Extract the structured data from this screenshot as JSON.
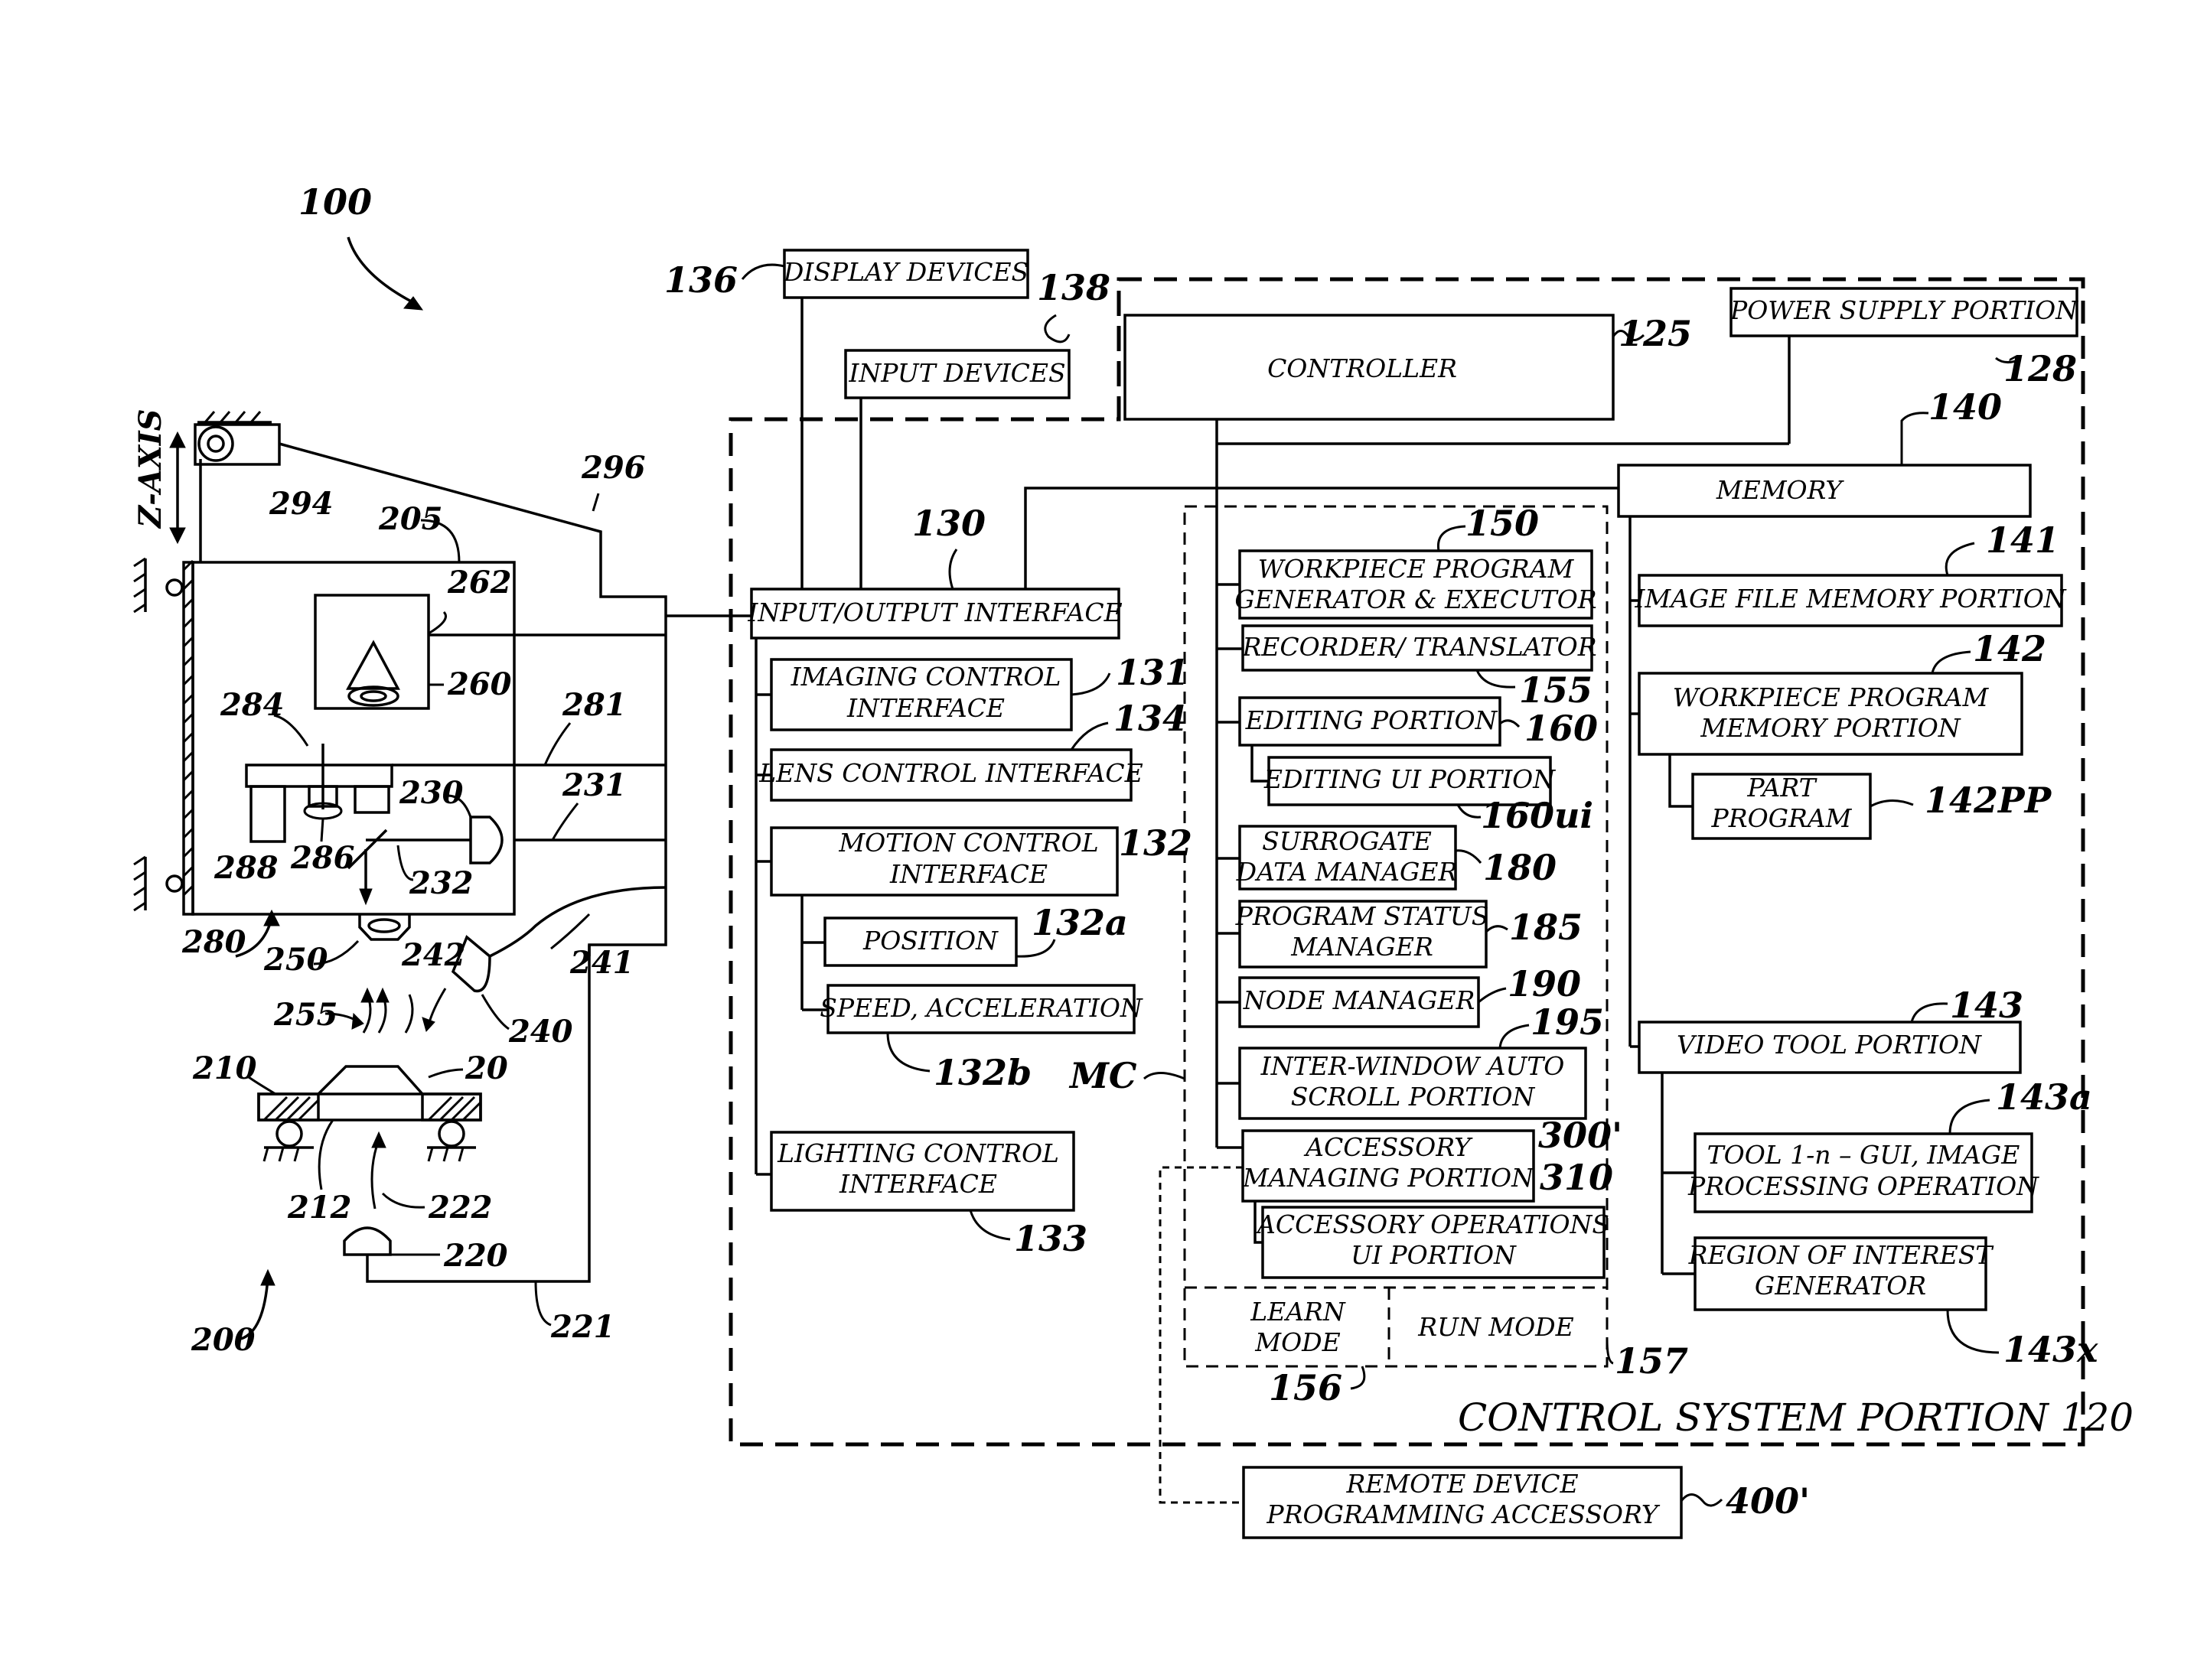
{
  "figure": {
    "system_ref": "100",
    "vision_ref": "200",
    "z_axis_label": "Z-AXIS"
  },
  "control_system": {
    "label": "CONTROL SYSTEM PORTION 120"
  },
  "boxes": {
    "display_devices": "DISPLAY DEVICES",
    "input_devices": "INPUT DEVICES",
    "controller": "CONTROLLER",
    "power_supply": "POWER SUPPLY PORTION",
    "memory": "MEMORY",
    "io_interface": "INPUT/OUTPUT INTERFACE",
    "imaging_control": [
      "IMAGING CONTROL",
      "INTERFACE"
    ],
    "lens_control": "LENS CONTROL INTERFACE",
    "motion_control": [
      "MOTION CONTROL",
      "INTERFACE"
    ],
    "position": "POSITION",
    "speed_accel": "SPEED, ACCELERATION",
    "lighting_control": [
      "LIGHTING CONTROL",
      "INTERFACE"
    ],
    "workpiece_prog_gen": [
      "WORKPIECE PROGRAM",
      "GENERATOR & EXECUTOR"
    ],
    "recorder": "RECORDER/ TRANSLATOR",
    "editing": "EDITING PORTION",
    "editing_ui": "EDITING UI PORTION",
    "surrogate": [
      "SURROGATE",
      "DATA MANAGER"
    ],
    "program_status": [
      "PROGRAM STATUS",
      "MANAGER"
    ],
    "node_manager": "NODE MANAGER",
    "inter_window": [
      "INTER-WINDOW AUTO",
      "SCROLL PORTION"
    ],
    "accessory_managing": [
      "ACCESSORY",
      "MANAGING PORTION"
    ],
    "accessory_ops_ui": [
      "ACCESSORY OPERATIONS",
      "UI PORTION"
    ],
    "learn_mode": [
      "LEARN",
      "MODE"
    ],
    "run_mode": "RUN MODE",
    "image_file_memory": "IMAGE FILE MEMORY PORTION",
    "workpiece_prog_memory": [
      "WORKPIECE PROGRAM",
      "MEMORY PORTION"
    ],
    "part_program": [
      "PART",
      "PROGRAM"
    ],
    "video_tool": "VIDEO TOOL PORTION",
    "tool_gui": [
      "TOOL 1-n – GUI, IMAGE",
      "PROCESSING OPERATION"
    ],
    "roi_generator": [
      "REGION OF INTEREST",
      "GENERATOR"
    ],
    "remote_device": [
      "REMOTE DEVICE",
      "PROGRAMMING ACCESSORY"
    ]
  },
  "refs": {
    "r136": "136",
    "r138": "138",
    "r125": "125",
    "r128": "128",
    "r140": "140",
    "r130": "130",
    "r141": "141",
    "r150": "150",
    "r131": "131",
    "r134": "134",
    "r155": "155",
    "r142": "142",
    "r160": "160",
    "r160ui": "160ui",
    "r142pp": "142PP",
    "r132": "132",
    "r180": "180",
    "r132a": "132a",
    "r185": "185",
    "r190": "190",
    "r195": "195",
    "r143": "143",
    "r132b": "132b",
    "mc": "MC",
    "r143a": "143a",
    "r300": "300'",
    "r310": "310",
    "r133": "133",
    "r157": "157",
    "r143x": "143x",
    "r156": "156",
    "r400": "400'",
    "r294": "294",
    "r296": "296",
    "r205": "205",
    "r262": "262",
    "r260": "260",
    "r284": "284",
    "r281": "281",
    "r230": "230",
    "r231": "231",
    "r288": "288",
    "r286": "286",
    "r232": "232",
    "r280": "280",
    "r250": "250",
    "r242": "242",
    "r241": "241",
    "r255": "255",
    "r240": "240",
    "r210": "210",
    "r20": "20",
    "r212": "212",
    "r222": "222",
    "r220": "220",
    "r221": "221"
  }
}
